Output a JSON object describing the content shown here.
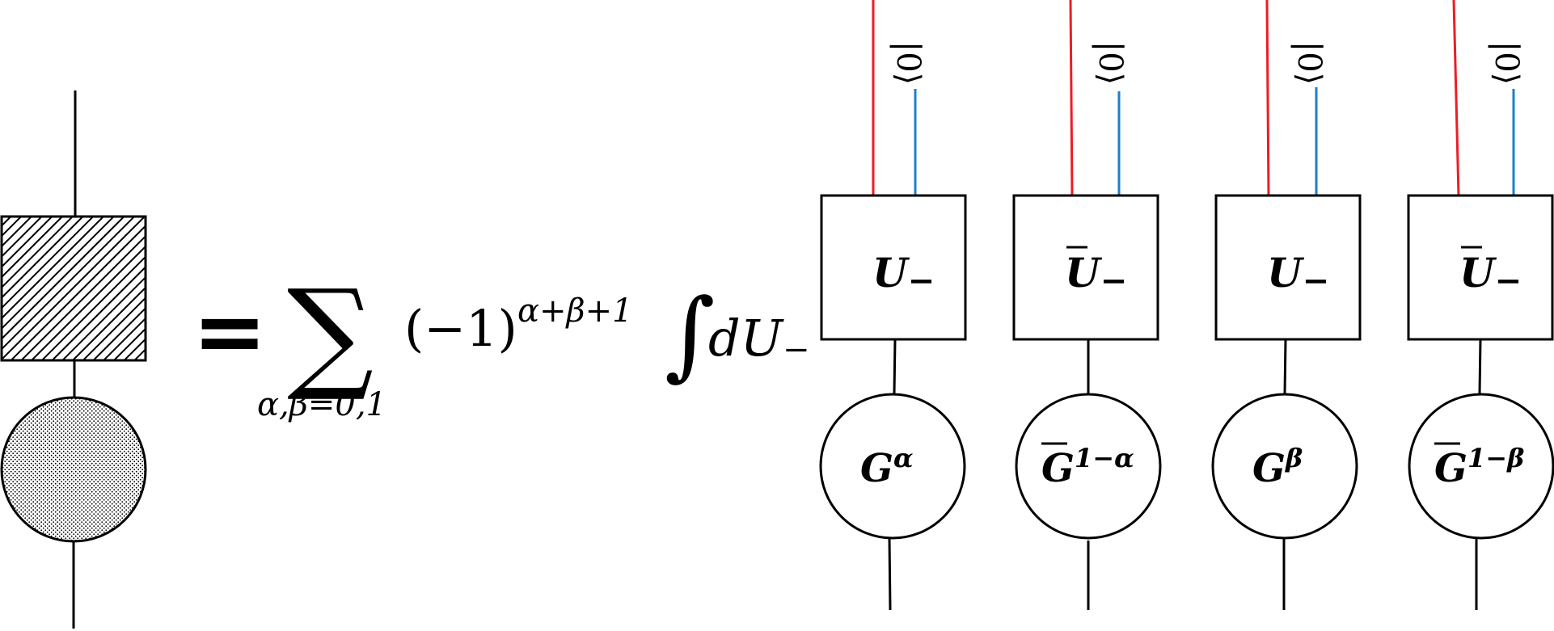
{
  "equation": {
    "equals": "=",
    "sum_symbol": "∑",
    "sum_subscript": "α,β=0,1",
    "sign_base": "(−1)",
    "sign_exponent": "α+β+1",
    "integral_symbol": "∫",
    "measure": "dU",
    "measure_sub": "−"
  },
  "tensors": [
    {
      "box_label": "U",
      "box_bar": false,
      "box_sub": "−",
      "circle_base": "G",
      "circle_bar": false,
      "circle_sup": "α",
      "ket": "|0⟩"
    },
    {
      "box_label": "U",
      "box_bar": true,
      "box_sub": "−",
      "circle_base": "G",
      "circle_bar": true,
      "circle_sup": "1−α",
      "ket": "|0⟩"
    },
    {
      "box_label": "U",
      "box_bar": false,
      "box_sub": "−",
      "circle_base": "G",
      "circle_bar": false,
      "circle_sup": "β",
      "ket": "|0⟩"
    },
    {
      "box_label": "U",
      "box_bar": true,
      "box_sub": "−",
      "circle_base": "G",
      "circle_bar": true,
      "circle_sup": "1−β",
      "ket": "|0⟩"
    }
  ],
  "colors": {
    "line": "#000000",
    "red_leg": "#ee1c25",
    "blue_leg": "#1f7fc8",
    "circle_fill": "#d8d8d8"
  }
}
